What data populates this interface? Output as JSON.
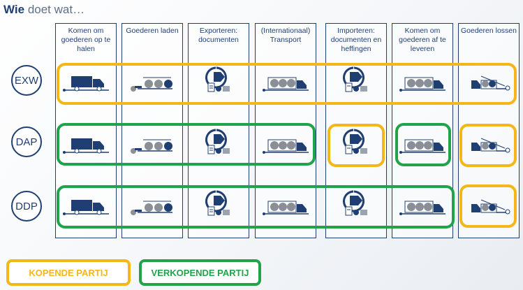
{
  "title": {
    "bold": "Wie",
    "rest": "doet wat…"
  },
  "columns": [
    {
      "label": "Komen om goederen op te halen",
      "icon": "truck-icon"
    },
    {
      "label": "Goederen laden",
      "icon": "loading-trailer-icon"
    },
    {
      "label": "Exporteren: documenten",
      "icon": "export-documents-icon"
    },
    {
      "label": "(Internationaal) Transport",
      "icon": "container-truck-icon"
    },
    {
      "label": "Importeren: documenten en heffingen",
      "icon": "import-documents-icon"
    },
    {
      "label": "Komen om goederen af te leveren",
      "icon": "delivery-truck-icon"
    },
    {
      "label": "Goederen lossen",
      "icon": "unloading-truck-icon"
    }
  ],
  "rows": [
    {
      "term": "EXW",
      "buyer_spans": [
        [
          1,
          7
        ]
      ],
      "seller_spans": []
    },
    {
      "term": "DAP",
      "buyer_spans": [
        [
          5,
          5
        ],
        [
          7,
          7
        ]
      ],
      "seller_spans": [
        [
          1,
          4
        ],
        [
          6,
          6
        ]
      ]
    },
    {
      "term": "DDP",
      "buyer_spans": [
        [
          7,
          7
        ]
      ],
      "seller_spans": [
        [
          1,
          6
        ]
      ]
    }
  ],
  "legend": {
    "buyer": "KOPENDE PARTIJ",
    "seller": "VERKOPENDE PARTIJ"
  },
  "colors": {
    "buyer": "#f4b71a",
    "seller": "#20a34a",
    "primary": "#1f3f73"
  }
}
